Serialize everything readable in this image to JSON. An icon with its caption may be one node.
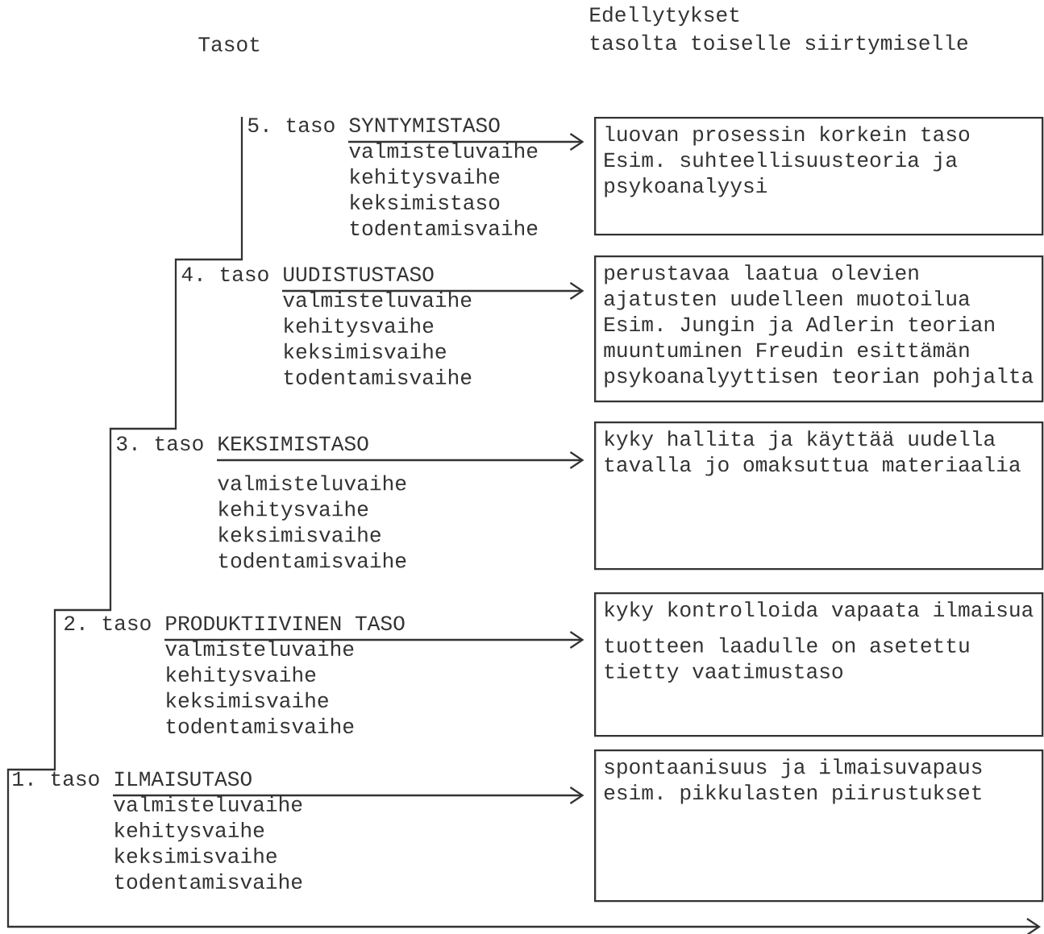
{
  "diagram": {
    "nodes": [
      {
        "text": [
          "5. taso",
          "SYNTYMISTASO",
          "valmisteluvaihe",
          "kehitysvaihe",
          "keksimistaso",
          "todentamisvaihe"
        ]
      },
      {
        "text": [
          "luovan prosessin korkein taso",
          "Esim. suhteellisuusteoria ja psykoanalyysi"
        ]
      },
      {
        "text": [
          "4. taso",
          "UUDISTUSTASO",
          "valmisteluvaihe",
          "kehitysvaihe",
          "keksimisvaihe",
          "todentamisvaihe"
        ]
      },
      {
        "text": [
          "perustavaa laatua olevien ajatusten uudelleen muotoilua",
          "Esim. Jungin ja Adlerin teorian muuntuminen Freudin esittämän psykoanalyyttisen teorian pohjalta"
        ]
      },
      {
        "text": [
          "3. taso",
          "KEKSIMISTASO",
          "valmisteluvaihe",
          "kehitysvaihe",
          "keksimisvaihe",
          "todentamisvaihe"
        ]
      },
      {
        "text": [
          "kyky hallita ja käyttää uudella tavalla jo omaksuttua materiaalia"
        ]
      },
      {
        "text": [
          "2. taso",
          "PRODUKTIIVINEN TASO",
          "valmisteluvaihe",
          "kehitysvaihe",
          "keksimisvaihe",
          "todentamisvaihe"
        ]
      },
      {
        "text": [
          "kyky kontrolloida vapaata ilmaisua",
          "tuotteen laadulle on asetettu tietty vaatimustaso"
        ]
      },
      {
        "text": [
          "1. taso",
          "ILMAISUTASO",
          "valmisteluvaihe",
          "kehitysvaihe",
          "keksimisvaihe",
          "todentamisvaihe"
        ]
      },
      {
        "text": [
          "spontaanisuus ja ilmaisuvapaus",
          "esim. pikkulasten piirustukset"
        ]
      }
    ],
    "edges": [
      {
        "from": 0,
        "to": 1,
        "arrow": "to"
      },
      {
        "from": 2,
        "to": 3,
        "arrow": "to"
      },
      {
        "from": 4,
        "to": 5,
        "arrow": "to"
      },
      {
        "from": 6,
        "to": 7,
        "arrow": "to"
      },
      {
        "from": 8,
        "to": 9,
        "arrow": "to"
      }
    ],
    "labels": [
      "Edellytykset",
      "Tasot",
      "tasolta toiselle siirtymiselle"
    ]
  }
}
